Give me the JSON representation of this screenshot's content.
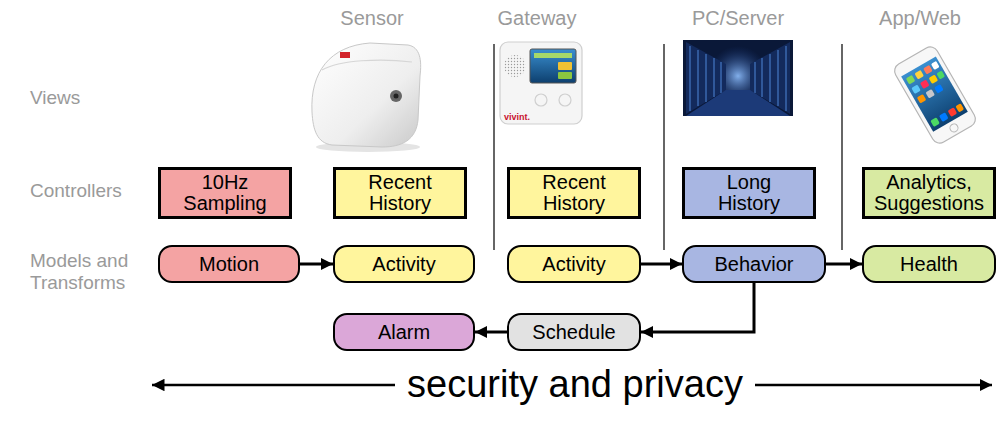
{
  "diagram": {
    "nodes": [
      {
        "text": [
          "10Hz Sampling"
        ]
      },
      {
        "text": [
          "Recent History"
        ]
      },
      {
        "text": [
          "Recent History"
        ]
      },
      {
        "text": [
          "Long History"
        ]
      },
      {
        "text": [
          "Analytics, Suggestions"
        ]
      },
      {
        "text": [
          "Motion"
        ]
      },
      {
        "text": [
          "Activity"
        ]
      },
      {
        "text": [
          "Activity"
        ]
      },
      {
        "text": [
          "Behavior"
        ]
      },
      {
        "text": [
          "Health"
        ]
      },
      {
        "text": [
          "Alarm"
        ]
      },
      {
        "text": [
          "Schedule"
        ]
      }
    ],
    "edges": [
      {
        "from": 5,
        "to": 6,
        "arrow": "to"
      },
      {
        "from": 7,
        "to": 8,
        "arrow": "to"
      },
      {
        "from": 8,
        "to": 9,
        "arrow": "to"
      },
      {
        "from": 8,
        "to": 11,
        "arrow": "to"
      },
      {
        "from": 11,
        "to": 10,
        "arrow": "to"
      }
    ],
    "labels": [
      "Sensor",
      "Gateway",
      "PC/Server",
      "App/Web",
      "Views",
      "vivint.",
      "Controllers",
      "Models and Transforms",
      "security and privacy"
    ]
  }
}
